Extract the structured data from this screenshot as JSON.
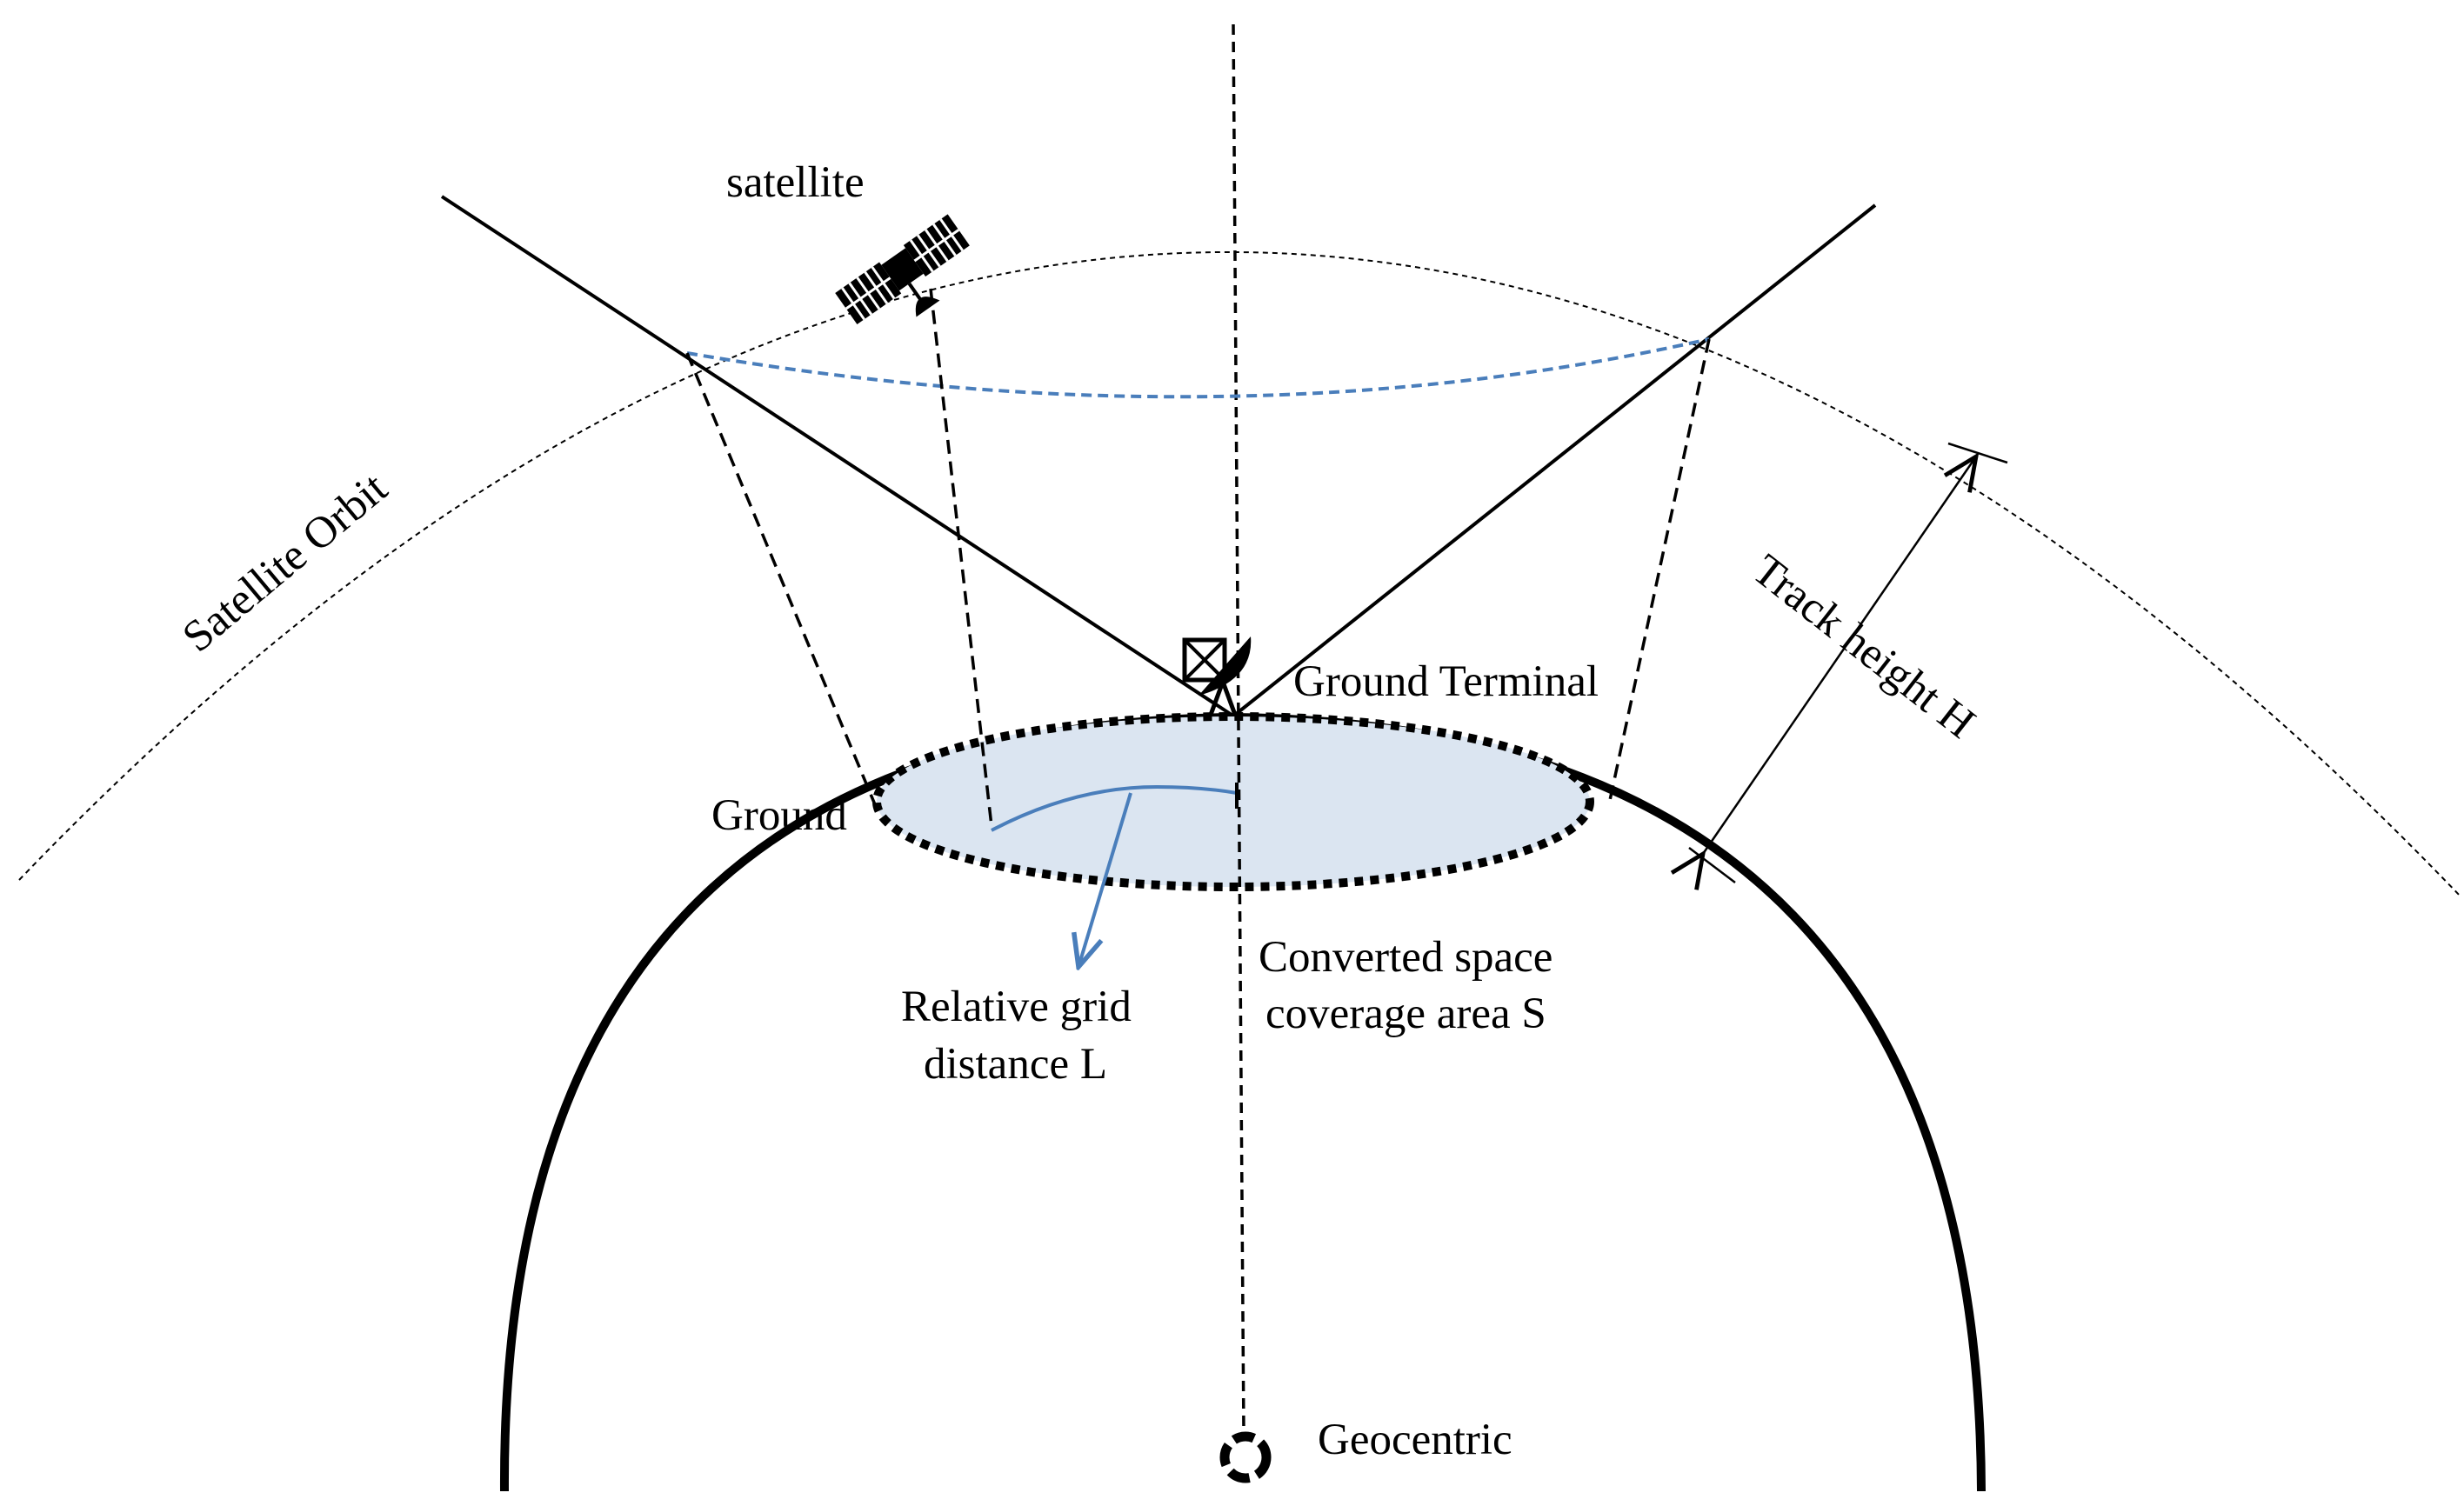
{
  "labels": {
    "satellite": "satellite",
    "satellite_orbit": "Satellite Orbit",
    "ground_terminal": "Ground Terminal",
    "ground": "Ground",
    "track_height": "Track height H",
    "relative_grid_line1": "Relative grid",
    "relative_grid_line2": "distance L",
    "converted_line1": "Converted space",
    "converted_line2": "coverage area S",
    "geocentric": "Geocentric"
  },
  "colors": {
    "line": "#000000",
    "accent_blue": "#4a7ebb",
    "coverage_fill": "#dbe5f1",
    "background": "#ffffff"
  },
  "icons": {
    "satellite": "satellite-icon",
    "ground_terminal": "satellite-dish-icon",
    "geocentric": "geocenter-marker-icon"
  }
}
